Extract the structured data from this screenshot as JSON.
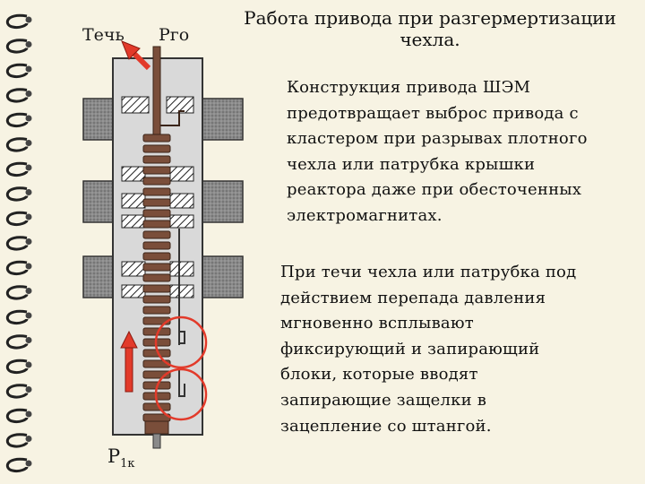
{
  "labels": {
    "leak": "Течь",
    "p_go": "Рго",
    "p_1k_main": "Р",
    "p_1k_sub": "1к"
  },
  "title": {
    "line1": "Работа привода при разгермертизации",
    "line2": "чехла."
  },
  "paragraph1": {
    "lines": [
      "Конструкция привода ШЭМ",
      "предотвращает выброс привода с",
      "кластером при разрывах плотного",
      "чехла или патрубка крышки",
      "реактора даже при обесточенных",
      "электромагнитах."
    ]
  },
  "paragraph2": {
    "lines": [
      "При течи чехла или патрубка под",
      "действием перепада давления",
      "мгновенно всплывают",
      "фиксирующий и запирающий",
      "блоки, которые вводят",
      "запирающие защелки в",
      "зацепление со штангой."
    ]
  },
  "colors": {
    "background": "#f7f3e3",
    "arrow": "#e23a2a",
    "circle": "#e23a2a",
    "housing": "#d9d9d9",
    "magnet": "#8f8f8f",
    "rod": "#7a4e3a"
  },
  "icons": {
    "binder_ring": "spiral-binding-ring-icon",
    "arrow_up": "red-arrow-up-icon",
    "arrow_diag": "red-arrow-diagonal-icon"
  }
}
